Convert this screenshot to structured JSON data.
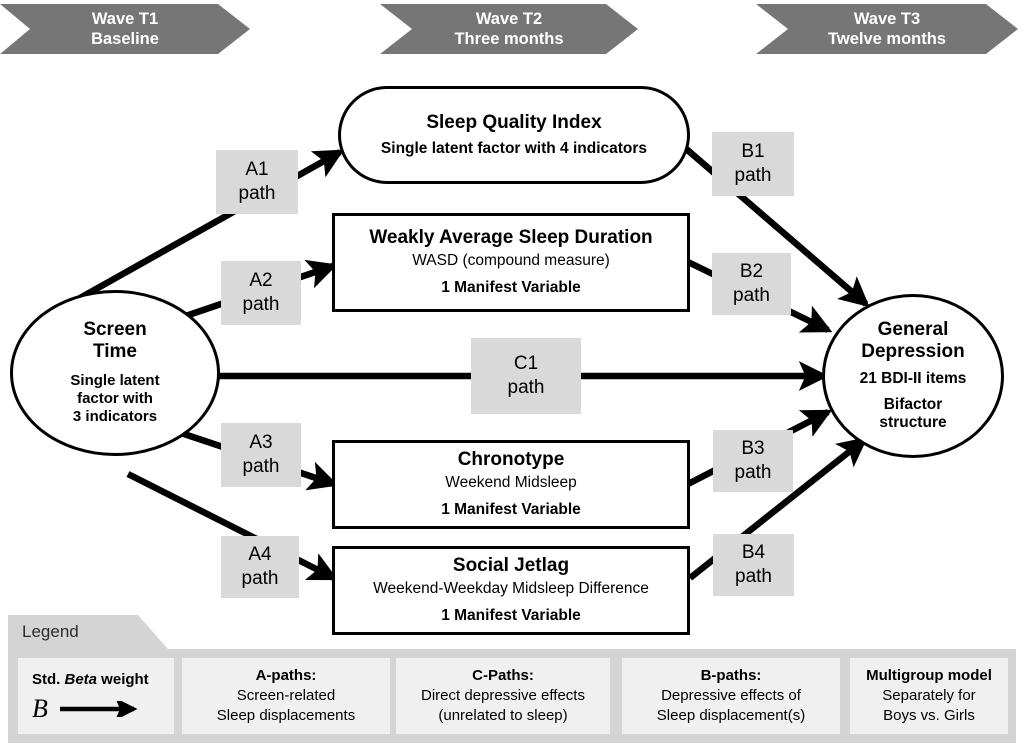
{
  "waves": [
    {
      "name": "wave-t1",
      "line1": "Wave T1",
      "line2": "Baseline"
    },
    {
      "name": "wave-t2",
      "line1": "Wave T2",
      "line2": "Three months"
    },
    {
      "name": "wave-t3",
      "line1": "Wave T3",
      "line2": "Twelve months"
    }
  ],
  "nodes": {
    "screen_time": {
      "title_1": "Screen",
      "title_2": "Time",
      "sub_1": "Single latent",
      "sub_2": "factor with",
      "sub_3": "3 indicators"
    },
    "sleep_quality": {
      "title": "Sleep Quality Index",
      "sub": "Single latent factor with 4 indicators"
    },
    "wasd": {
      "title": "Weakly Average Sleep Duration",
      "sub": "WASD (compound measure)",
      "sub_bold": "1 Manifest Variable"
    },
    "chronotype": {
      "title": "Chronotype",
      "sub": "Weekend Midsleep",
      "sub_bold": "1 Manifest Variable"
    },
    "social_jetlag": {
      "title": "Social Jetlag",
      "sub": "Weekend-Weekday Midsleep Difference",
      "sub_bold": "1 Manifest Variable"
    },
    "depression": {
      "title_1": "General",
      "title_2": "Depression",
      "sub_1": "21 BDI-II items",
      "sub_2": "Bifactor",
      "sub_3": "structure"
    }
  },
  "path_labels": [
    {
      "name": "a1-path-label",
      "code": "A1",
      "word": "path"
    },
    {
      "name": "a2-path-label",
      "code": "A2",
      "word": "path"
    },
    {
      "name": "a3-path-label",
      "code": "A3",
      "word": "path"
    },
    {
      "name": "a4-path-label",
      "code": "A4",
      "word": "path"
    },
    {
      "name": "b1-path-label",
      "code": "B1",
      "word": "path"
    },
    {
      "name": "b2-path-label",
      "code": "B2",
      "word": "path"
    },
    {
      "name": "b3-path-label",
      "code": "B3",
      "word": "path"
    },
    {
      "name": "b4-path-label",
      "code": "B4",
      "word": "path"
    },
    {
      "name": "c1-path-label",
      "code": "C1",
      "word": "path"
    }
  ],
  "legend": {
    "heading": "Legend",
    "beta": {
      "pre": "Std. ",
      "em": "Beta",
      "post": " weight",
      "symbol": "B"
    },
    "cells": [
      {
        "name": "legend-a-paths",
        "title": "A-paths:",
        "line1": "Screen-related",
        "line2": "Sleep displacements"
      },
      {
        "name": "legend-c-paths",
        "title": "C-Paths:",
        "line1": "Direct depressive effects",
        "line2": "(unrelated to sleep)"
      },
      {
        "name": "legend-b-paths",
        "title": "B-paths:",
        "line1": "Depressive effects of",
        "line2": "Sleep displacement(s)"
      },
      {
        "name": "legend-multigroup",
        "title": "Multigroup model",
        "line1": "Separately for",
        "line2": "Boys vs. Girls"
      }
    ]
  },
  "colors": {
    "banner_grey": "#767676",
    "path_label_grey": "#d9d9d9",
    "legend_panel_grey": "#d4d4d4",
    "legend_cell_grey": "#f0f0f0",
    "stroke": "#000000"
  }
}
